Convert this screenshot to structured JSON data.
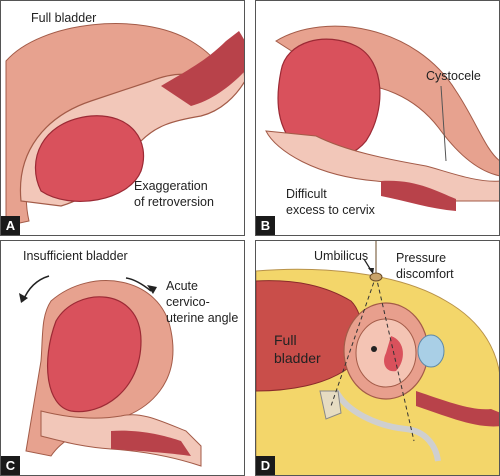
{
  "panels": [
    {
      "id": "A",
      "badge": "A",
      "labels": {
        "full_bladder": "Full bladder",
        "exaggeration": "Exaggeration",
        "retroversion": "of retroversion"
      }
    },
    {
      "id": "B",
      "badge": "B",
      "labels": {
        "cystocele": "Cystocele",
        "difficult": "Difficult",
        "excess": "excess to cervix"
      }
    },
    {
      "id": "C",
      "badge": "C",
      "labels": {
        "insufficient": "Insufficient bladder",
        "acute": "Acute",
        "cervico": "cervico-",
        "angle": "uterine angle"
      }
    },
    {
      "id": "D",
      "badge": "D",
      "labels": {
        "umbilicus": "Umbilicus",
        "pressure": "Pressure",
        "discomfort": "discomfort",
        "full": "Full",
        "bladder": "bladder"
      }
    }
  ],
  "colors": {
    "bladder": "#d9515c",
    "uterus": "#e7a28f",
    "fat": "#f3d66a",
    "border": "#555555"
  }
}
